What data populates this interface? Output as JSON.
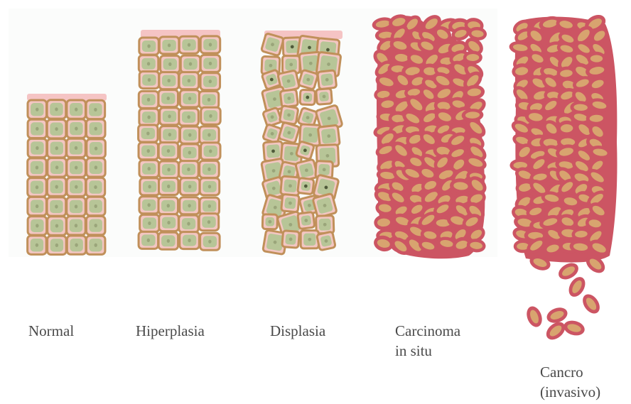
{
  "stages": [
    {
      "id": "normal",
      "label_lines": [
        "Normal"
      ]
    },
    {
      "id": "hyperplasia",
      "label_lines": [
        "Hiperplasia"
      ]
    },
    {
      "id": "dysplasia",
      "label_lines": [
        "Displasia"
      ]
    },
    {
      "id": "carcinoma-in-situ",
      "label_lines": [
        "Carcinoma",
        "in situ"
      ]
    },
    {
      "id": "invasive-cancer",
      "label_lines": [
        "Cancro",
        "(invasivo)"
      ]
    }
  ],
  "colors": {
    "cell_border": "#c0905a",
    "cell_fill": "#b7c597",
    "cell_inner_rim": "#f3c6c2",
    "nucleus": "#9aa57a",
    "surface_layer": "#f5c4c4",
    "cancer_border": "#cc5563",
    "cancer_nucleus": "#d8a46f",
    "label_text": "#4a4a4a"
  }
}
